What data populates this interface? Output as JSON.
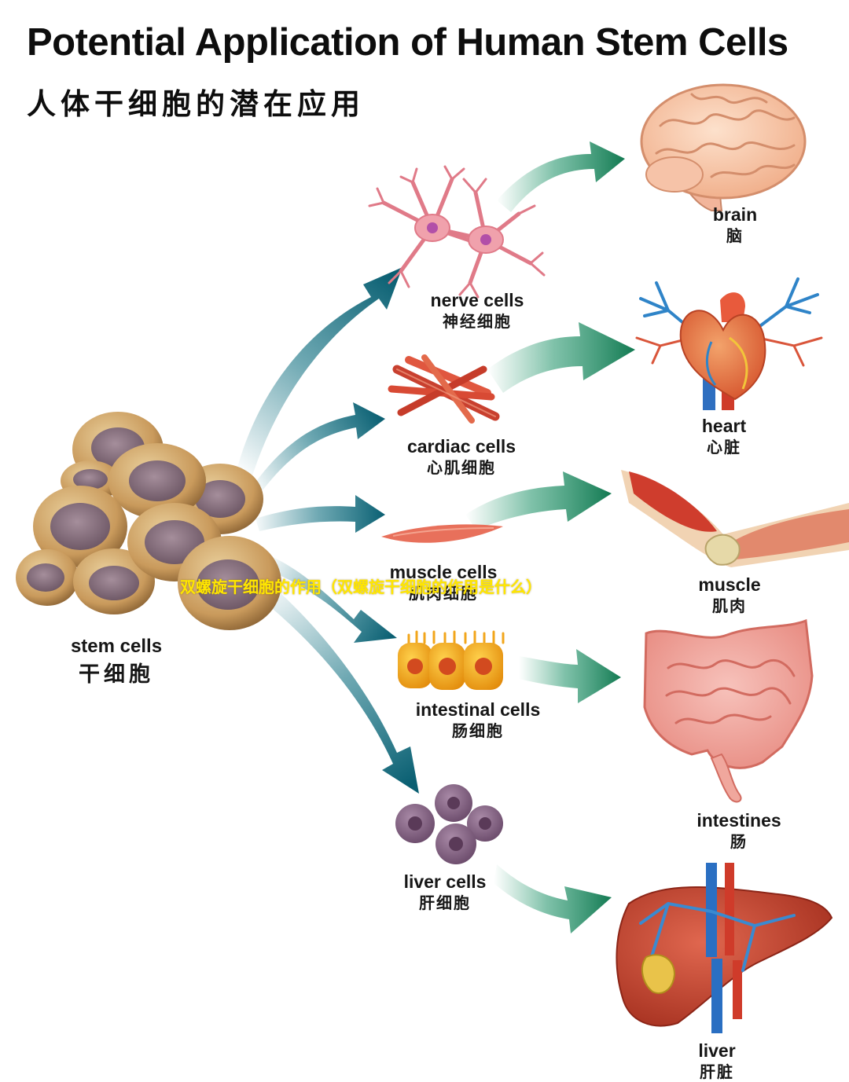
{
  "title": {
    "english": "Potential Application of Human Stem Cells",
    "chinese": "人体干细胞的潜在应用"
  },
  "overlay_caption": "双螺旋干细胞的作用（双螺旋干细胞的作用是什么）",
  "source": {
    "en": "stem cells",
    "zh": "干细胞"
  },
  "cell_types": [
    {
      "en": "nerve cells",
      "zh": "神经细胞"
    },
    {
      "en": "cardiac cells",
      "zh": "心肌细胞"
    },
    {
      "en": "muscle cells",
      "zh": "肌肉细胞"
    },
    {
      "en": "intestinal cells",
      "zh": "肠细胞"
    },
    {
      "en": "liver cells",
      "zh": "肝细胞"
    }
  ],
  "organs": [
    {
      "en": "brain",
      "zh": "脑"
    },
    {
      "en": "heart",
      "zh": "心脏"
    },
    {
      "en": "muscle",
      "zh": "肌肉"
    },
    {
      "en": "intestines",
      "zh": "肠"
    },
    {
      "en": "liver",
      "zh": "肝脏"
    }
  ],
  "colors": {
    "stem_to_cell_arrow": "#0f6f80",
    "cell_to_organ_arrow": "#137a52",
    "overlay_text": "#ffe600"
  }
}
